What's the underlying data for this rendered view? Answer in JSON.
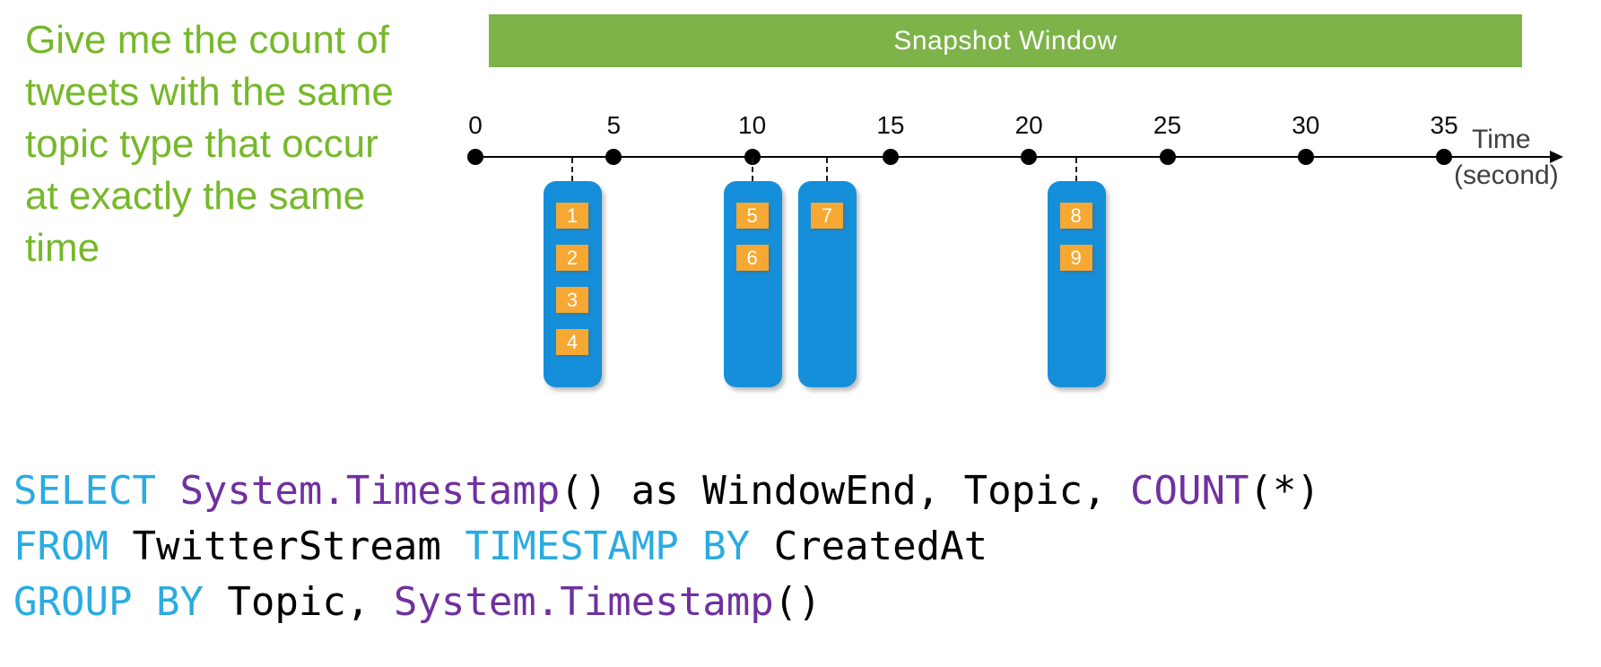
{
  "instruction": {
    "lines": [
      "Give me the count of",
      "tweets with the same",
      "topic type that occur",
      "at exactly the same",
      "time"
    ]
  },
  "banner": {
    "label": "Snapshot Window"
  },
  "timeline": {
    "tick_labels": [
      "0",
      "5",
      "10",
      "15",
      "20",
      "25",
      "30",
      "35"
    ],
    "axis_label_line1": "Time",
    "axis_label_line2": "(second)",
    "seconds_per_tick": 5
  },
  "event_groups": [
    {
      "time_seconds": 3.5,
      "tiles": [
        "1",
        "2",
        "3",
        "4"
      ]
    },
    {
      "time_seconds": 10,
      "tiles": [
        "5",
        "6"
      ]
    },
    {
      "time_seconds": 12.7,
      "tiles": [
        "7"
      ]
    },
    {
      "time_seconds": 21.7,
      "tiles": [
        "8",
        "9"
      ]
    }
  ],
  "sql": {
    "lines": [
      [
        {
          "text": "SELECT ",
          "color": "keyword"
        },
        {
          "text": "System.Timestamp",
          "color": "function"
        },
        {
          "text": "() as WindowEnd, Topic, ",
          "color": "plain"
        },
        {
          "text": "COUNT",
          "color": "function"
        },
        {
          "text": "(*)",
          "color": "plain"
        }
      ],
      [
        {
          "text": "FROM ",
          "color": "keyword"
        },
        {
          "text": "TwitterStream ",
          "color": "plain"
        },
        {
          "text": "TIMESTAMP BY ",
          "color": "keyword"
        },
        {
          "text": "CreatedAt",
          "color": "plain"
        }
      ],
      [
        {
          "text": "GROUP BY ",
          "color": "keyword"
        },
        {
          "text": "Topic, ",
          "color": "plain"
        },
        {
          "text": "System.Timestamp",
          "color": "function"
        },
        {
          "text": "()",
          "color": "plain"
        }
      ]
    ]
  },
  "colors": {
    "instruction_green": "#76B82A",
    "banner_green": "#7DB349",
    "event_blue": "#168FDB",
    "tile_orange": "#F6A832",
    "sql_keyword": "#29ABE2",
    "sql_function": "#7030A0",
    "sql_plain": "#000000",
    "axis_black": "#000000",
    "axis_label_gray": "#3F3F3F"
  }
}
